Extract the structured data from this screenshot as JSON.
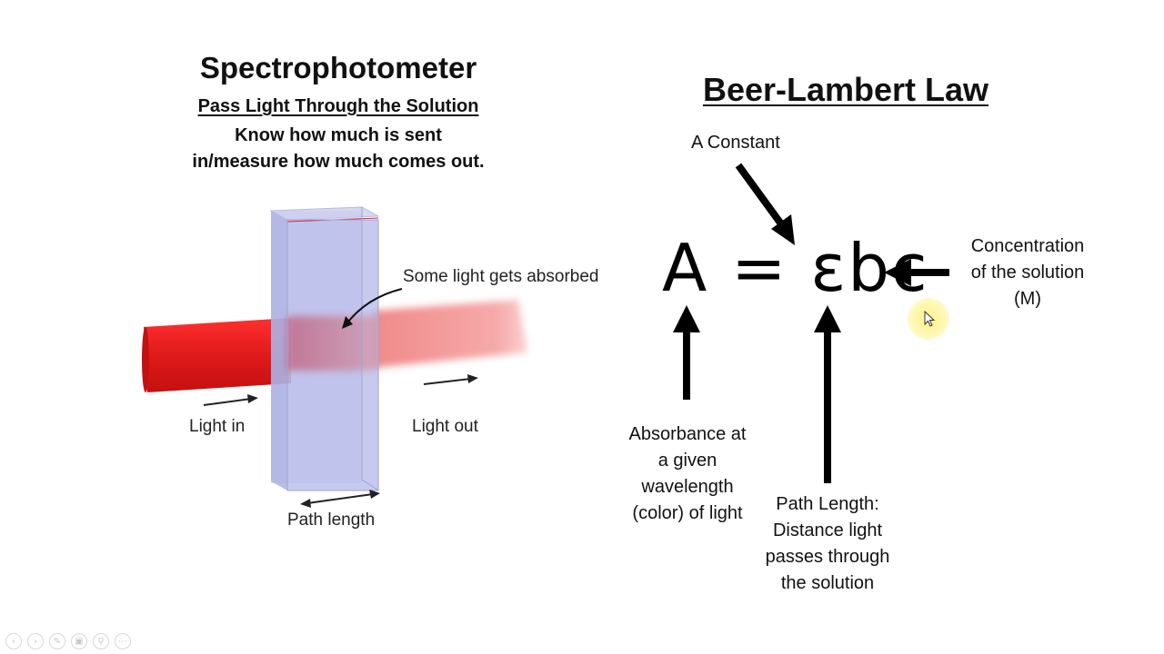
{
  "left_panel": {
    "title": "Spectrophotometer",
    "subtitle": "Pass Light Through the Solution",
    "description_line1": "Know how much is sent",
    "description_line2": "in/measure how much comes out."
  },
  "diagram": {
    "absorbed_label": "Some light gets absorbed",
    "light_in_label": "Light in",
    "light_out_label": "Light out",
    "path_length_label": "Path length"
  },
  "right_panel": {
    "title": "Beer-Lambert Law",
    "formula": "A = εbc",
    "constant_label": "A Constant",
    "concentration_label": [
      "Concentration",
      "of the solution",
      "(M)"
    ],
    "absorbance_label": [
      "Absorbance at",
      "a given",
      "wavelength",
      "(color) of light"
    ],
    "path_length_label": [
      "Path Length:",
      "Distance light",
      "passes through",
      "the solution"
    ]
  },
  "toolbar": {
    "buttons": [
      "previous-icon",
      "next-icon",
      "pen-icon",
      "copy-icon",
      "zoom-icon",
      "more-icon"
    ]
  },
  "colors": {
    "beam_in": "#e01a1a",
    "beam_out": "#f39a9a",
    "cuvette": "#b9bde6",
    "cursor_highlight": "#fff078"
  }
}
